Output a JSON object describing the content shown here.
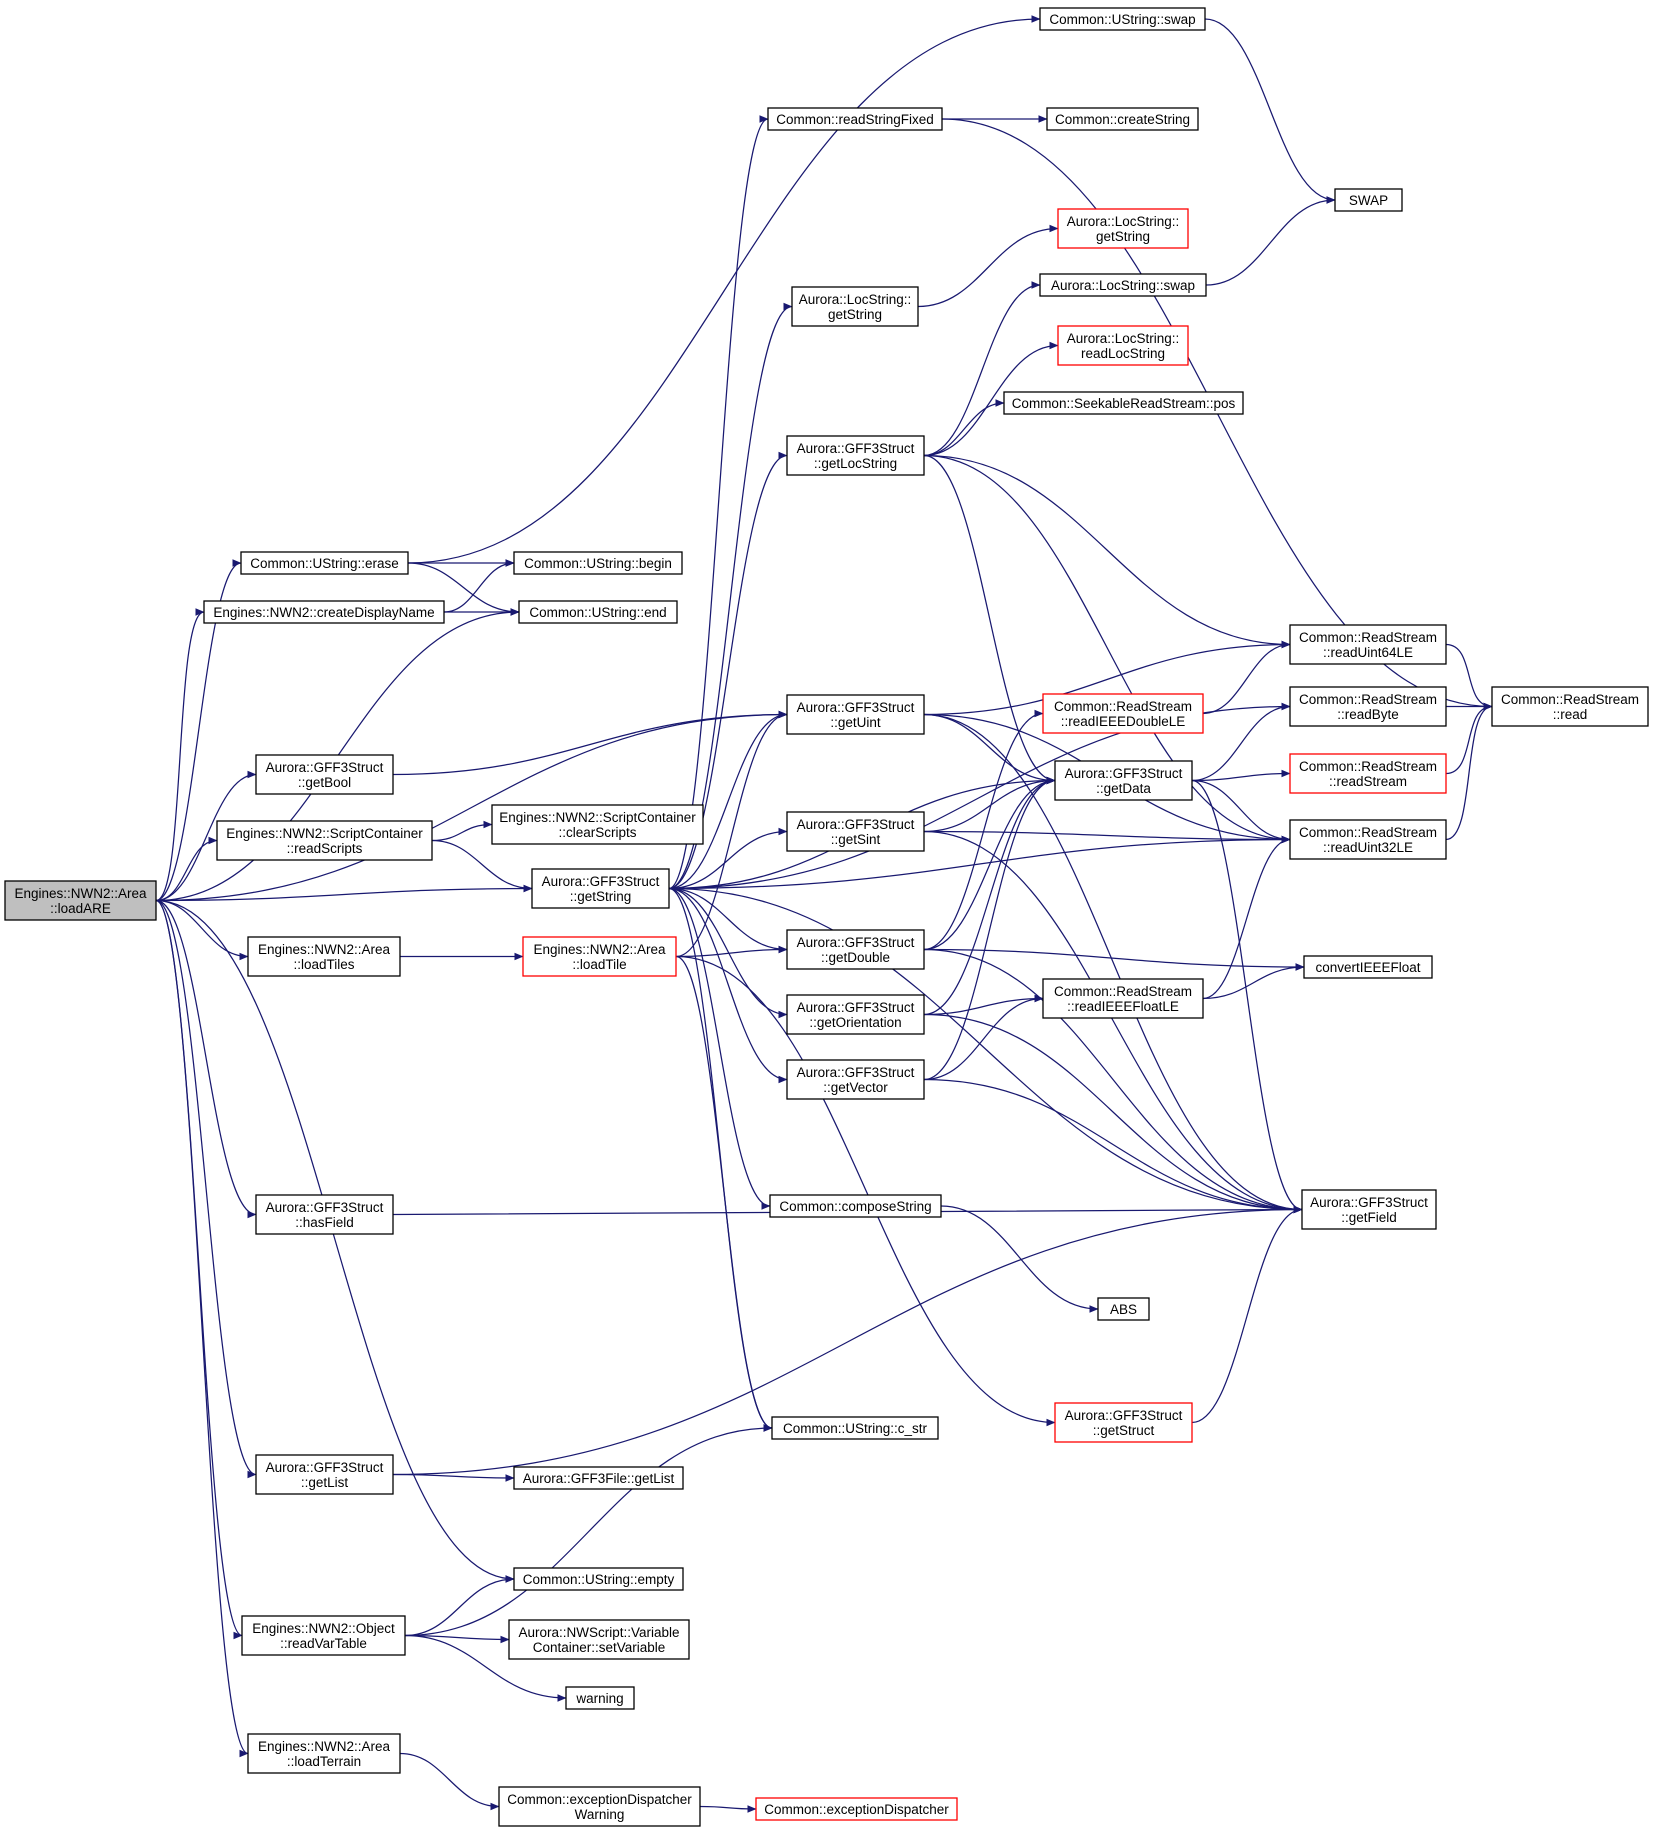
{
  "graph": {
    "colors": {
      "edge": "#191970",
      "root_fill": "#bfbfbf",
      "incomplete_border": "#ff0000"
    },
    "nodes": [
      {
        "id": "loadARE",
        "lines": [
          "Engines::NWN2::Area",
          "::loadARE"
        ],
        "root": true
      },
      {
        "id": "erase",
        "lines": [
          "Common::UString::erase"
        ]
      },
      {
        "id": "createDisplayName",
        "lines": [
          "Engines::NWN2::createDisplayName"
        ]
      },
      {
        "id": "getBool",
        "lines": [
          "Aurora::GFF3Struct",
          "::getBool"
        ]
      },
      {
        "id": "readScripts",
        "lines": [
          "Engines::NWN2::ScriptContainer",
          "::readScripts"
        ]
      },
      {
        "id": "loadTiles",
        "lines": [
          "Engines::NWN2::Area",
          "::loadTiles"
        ]
      },
      {
        "id": "hasField",
        "lines": [
          "Aurora::GFF3Struct",
          "::hasField"
        ]
      },
      {
        "id": "getList",
        "lines": [
          "Aurora::GFF3Struct",
          "::getList"
        ]
      },
      {
        "id": "readVarTable",
        "lines": [
          "Engines::NWN2::Object",
          "::readVarTable"
        ]
      },
      {
        "id": "loadTerrain",
        "lines": [
          "Engines::NWN2::Area",
          "::loadTerrain"
        ]
      },
      {
        "id": "begin",
        "lines": [
          "Common::UString::begin"
        ]
      },
      {
        "id": "end",
        "lines": [
          "Common::UString::end"
        ]
      },
      {
        "id": "clearScripts",
        "lines": [
          "Engines::NWN2::ScriptContainer",
          "::clearScripts"
        ]
      },
      {
        "id": "getString",
        "lines": [
          "Aurora::GFF3Struct",
          "::getString"
        ]
      },
      {
        "id": "loadTile",
        "lines": [
          "Engines::NWN2::Area",
          "::loadTile"
        ],
        "incomplete": true
      },
      {
        "id": "getFileList",
        "lines": [
          "Aurora::GFF3File::getList"
        ]
      },
      {
        "id": "empty",
        "lines": [
          "Common::UString::empty"
        ]
      },
      {
        "id": "setVariable",
        "lines": [
          "Aurora::NWScript::Variable",
          "Container::setVariable"
        ]
      },
      {
        "id": "warning",
        "lines": [
          "warning"
        ]
      },
      {
        "id": "excWarning",
        "lines": [
          "Common::exceptionDispatcher",
          "Warning"
        ]
      },
      {
        "id": "excDispatcher",
        "lines": [
          "Common::exceptionDispatcher"
        ],
        "incomplete": true
      },
      {
        "id": "readStringFixed",
        "lines": [
          "Common::readStringFixed"
        ]
      },
      {
        "id": "locGetString",
        "lines": [
          "Aurora::LocString::",
          "getString"
        ]
      },
      {
        "id": "getLocString",
        "lines": [
          "Aurora::GFF3Struct",
          "::getLocString"
        ]
      },
      {
        "id": "getUint",
        "lines": [
          "Aurora::GFF3Struct",
          "::getUint"
        ]
      },
      {
        "id": "getSint",
        "lines": [
          "Aurora::GFF3Struct",
          "::getSint"
        ]
      },
      {
        "id": "getDouble",
        "lines": [
          "Aurora::GFF3Struct",
          "::getDouble"
        ]
      },
      {
        "id": "getOrientation",
        "lines": [
          "Aurora::GFF3Struct",
          "::getOrientation"
        ]
      },
      {
        "id": "getVector",
        "lines": [
          "Aurora::GFF3Struct",
          "::getVector"
        ]
      },
      {
        "id": "composeString",
        "lines": [
          "Common::composeString"
        ]
      },
      {
        "id": "c_str",
        "lines": [
          "Common::UString::c_str"
        ]
      },
      {
        "id": "ustrSwap",
        "lines": [
          "Common::UString::swap"
        ]
      },
      {
        "id": "createString",
        "lines": [
          "Common::createString"
        ]
      },
      {
        "id": "locGetString2",
        "lines": [
          "Aurora::LocString::",
          "getString"
        ],
        "incomplete": true
      },
      {
        "id": "locSwap",
        "lines": [
          "Aurora::LocString::swap"
        ]
      },
      {
        "id": "readLocString",
        "lines": [
          "Aurora::LocString::",
          "readLocString"
        ],
        "incomplete": true
      },
      {
        "id": "pos",
        "lines": [
          "Common::SeekableReadStream::pos"
        ]
      },
      {
        "id": "readIEEEDoubleLE",
        "lines": [
          "Common::ReadStream",
          "::readIEEEDoubleLE"
        ],
        "incomplete": true
      },
      {
        "id": "getData",
        "lines": [
          "Aurora::GFF3Struct",
          "::getData"
        ]
      },
      {
        "id": "readIEEEFloatLE",
        "lines": [
          "Common::ReadStream",
          "::readIEEEFloatLE"
        ]
      },
      {
        "id": "ABS",
        "lines": [
          "ABS"
        ]
      },
      {
        "id": "getStruct",
        "lines": [
          "Aurora::GFF3Struct",
          "::getStruct"
        ],
        "incomplete": true
      },
      {
        "id": "SWAP",
        "lines": [
          "SWAP"
        ]
      },
      {
        "id": "readUint64LE",
        "lines": [
          "Common::ReadStream",
          "::readUint64LE"
        ]
      },
      {
        "id": "readByte",
        "lines": [
          "Common::ReadStream",
          "::readByte"
        ]
      },
      {
        "id": "readStream",
        "lines": [
          "Common::ReadStream",
          "::readStream"
        ],
        "incomplete": true
      },
      {
        "id": "readUint32LE",
        "lines": [
          "Common::ReadStream",
          "::readUint32LE"
        ]
      },
      {
        "id": "convertIEEEFloat",
        "lines": [
          "convertIEEEFloat"
        ]
      },
      {
        "id": "getField",
        "lines": [
          "Aurora::GFF3Struct",
          "::getField"
        ]
      },
      {
        "id": "read",
        "lines": [
          "Common::ReadStream",
          "::read"
        ]
      }
    ],
    "edges": [
      [
        "loadARE",
        "erase"
      ],
      [
        "loadARE",
        "createDisplayName"
      ],
      [
        "loadARE",
        "end"
      ],
      [
        "loadARE",
        "getUint"
      ],
      [
        "loadARE",
        "getBool"
      ],
      [
        "loadARE",
        "readScripts"
      ],
      [
        "loadARE",
        "getString"
      ],
      [
        "loadARE",
        "loadTiles"
      ],
      [
        "loadARE",
        "hasField"
      ],
      [
        "loadARE",
        "getList"
      ],
      [
        "loadARE",
        "empty"
      ],
      [
        "loadARE",
        "readVarTable"
      ],
      [
        "loadARE",
        "loadTerrain"
      ],
      [
        "erase",
        "ustrSwap"
      ],
      [
        "erase",
        "begin"
      ],
      [
        "erase",
        "end"
      ],
      [
        "createDisplayName",
        "begin"
      ],
      [
        "createDisplayName",
        "end"
      ],
      [
        "getBool",
        "getUint"
      ],
      [
        "readScripts",
        "clearScripts"
      ],
      [
        "readScripts",
        "getString"
      ],
      [
        "loadTiles",
        "loadTile"
      ],
      [
        "hasField",
        "getField"
      ],
      [
        "getList",
        "getFileList"
      ],
      [
        "getList",
        "getField"
      ],
      [
        "readVarTable",
        "empty"
      ],
      [
        "readVarTable",
        "setVariable"
      ],
      [
        "readVarTable",
        "warning"
      ],
      [
        "readVarTable",
        "c_str"
      ],
      [
        "loadTerrain",
        "excWarning"
      ],
      [
        "excWarning",
        "excDispatcher"
      ],
      [
        "getString",
        "readStringFixed"
      ],
      [
        "getString",
        "locGetString"
      ],
      [
        "getString",
        "getLocString"
      ],
      [
        "getString",
        "getUint"
      ],
      [
        "getString",
        "getSint"
      ],
      [
        "getString",
        "getDouble"
      ],
      [
        "getString",
        "getOrientation"
      ],
      [
        "getString",
        "getVector"
      ],
      [
        "getString",
        "composeString"
      ],
      [
        "getString",
        "c_str"
      ],
      [
        "getString",
        "readByte"
      ],
      [
        "getString",
        "getData"
      ],
      [
        "getString",
        "readUint32LE"
      ],
      [
        "getString",
        "getField"
      ],
      [
        "loadTile",
        "getDouble"
      ],
      [
        "loadTile",
        "getUint"
      ],
      [
        "loadTile",
        "c_str"
      ],
      [
        "loadTile",
        "getStruct"
      ],
      [
        "readStringFixed",
        "createString"
      ],
      [
        "readStringFixed",
        "read"
      ],
      [
        "locGetString",
        "locGetString2"
      ],
      [
        "getLocString",
        "locSwap"
      ],
      [
        "getLocString",
        "readLocString"
      ],
      [
        "getLocString",
        "pos"
      ],
      [
        "getLocString",
        "readUint32LE"
      ],
      [
        "getLocString",
        "getData"
      ],
      [
        "getLocString",
        "readUint64LE"
      ],
      [
        "getUint",
        "getData"
      ],
      [
        "getUint",
        "readUint64LE"
      ],
      [
        "getUint",
        "readUint32LE"
      ],
      [
        "getUint",
        "getField"
      ],
      [
        "getSint",
        "getData"
      ],
      [
        "getSint",
        "readUint32LE"
      ],
      [
        "getSint",
        "getField"
      ],
      [
        "getDouble",
        "readIEEEDoubleLE"
      ],
      [
        "getDouble",
        "getData"
      ],
      [
        "getDouble",
        "convertIEEEFloat"
      ],
      [
        "getDouble",
        "getField"
      ],
      [
        "getOrientation",
        "readIEEEFloatLE"
      ],
      [
        "getOrientation",
        "getData"
      ],
      [
        "getOrientation",
        "getField"
      ],
      [
        "getVector",
        "readIEEEFloatLE"
      ],
      [
        "getVector",
        "getData"
      ],
      [
        "getVector",
        "getField"
      ],
      [
        "composeString",
        "ABS"
      ],
      [
        "getStruct",
        "getField"
      ],
      [
        "ustrSwap",
        "SWAP"
      ],
      [
        "locSwap",
        "SWAP"
      ],
      [
        "readIEEEDoubleLE",
        "readUint64LE"
      ],
      [
        "getData",
        "readByte"
      ],
      [
        "getData",
        "readStream"
      ],
      [
        "getData",
        "readUint32LE"
      ],
      [
        "getData",
        "getField"
      ],
      [
        "readIEEEFloatLE",
        "readUint32LE"
      ],
      [
        "readIEEEFloatLE",
        "convertIEEEFloat"
      ],
      [
        "readUint64LE",
        "read"
      ],
      [
        "readByte",
        "read"
      ],
      [
        "readStream",
        "read"
      ],
      [
        "readUint32LE",
        "read"
      ]
    ]
  }
}
